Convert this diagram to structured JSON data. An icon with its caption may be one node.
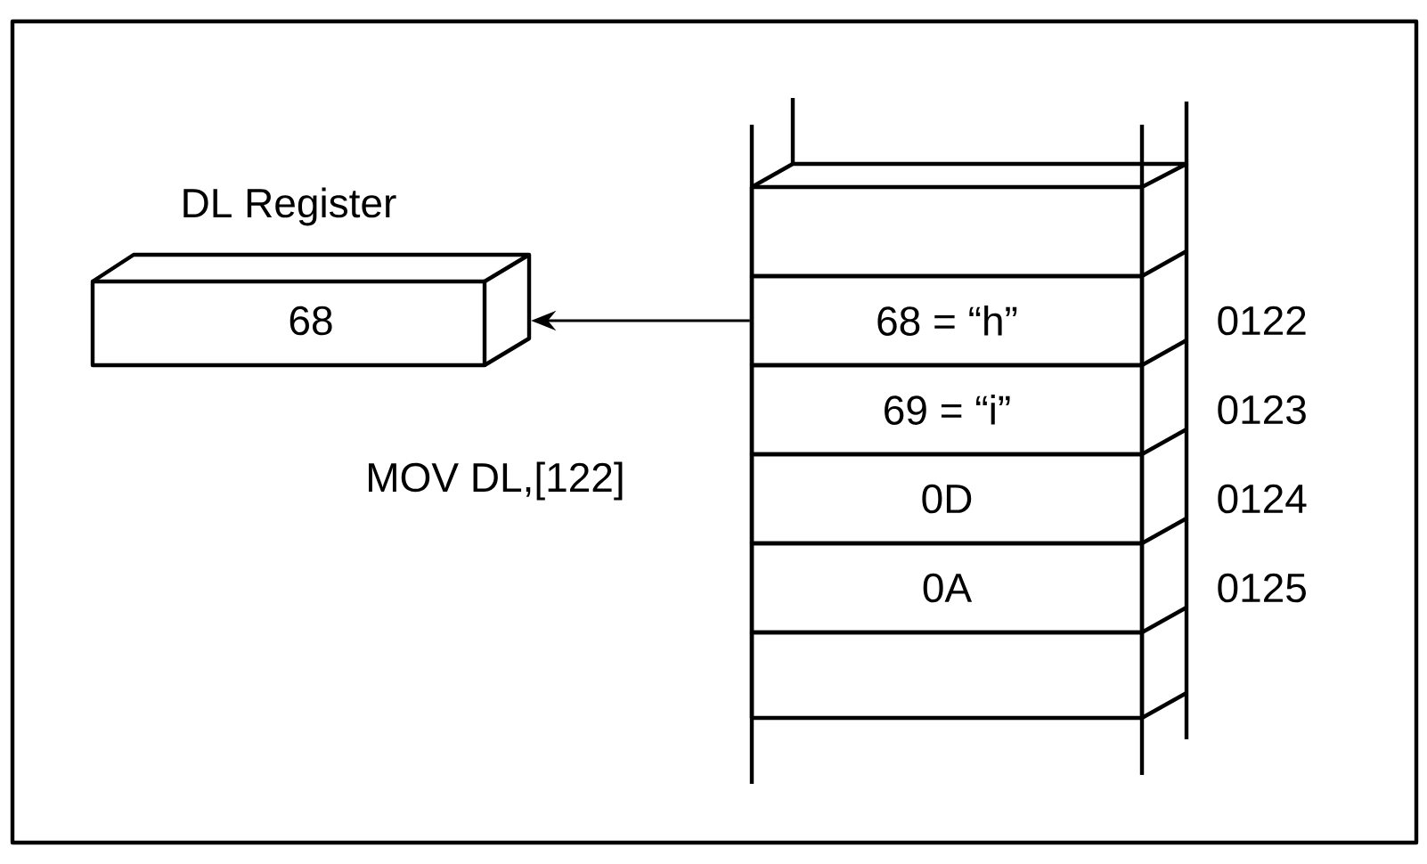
{
  "diagram": {
    "nodes": [
      {
        "text": [
          "DL Register",
          "68"
        ]
      },
      {
        "text": [],
        "shape": "box"
      },
      {
        "text": [
          "68 = “h”"
        ],
        "beside": [
          "0122"
        ]
      },
      {
        "text": [
          "69 = “i”"
        ],
        "beside": [
          "0123"
        ]
      },
      {
        "text": [
          "0D"
        ],
        "beside": [
          "0124"
        ]
      },
      {
        "text": [
          "0A"
        ],
        "beside": [
          "0125"
        ]
      },
      {
        "text": [],
        "shape": "box"
      }
    ],
    "edges": [
      {
        "from": 2,
        "to": 0,
        "arrow": "to"
      }
    ],
    "labels": [
      "MOV DL,[122]"
    ]
  }
}
